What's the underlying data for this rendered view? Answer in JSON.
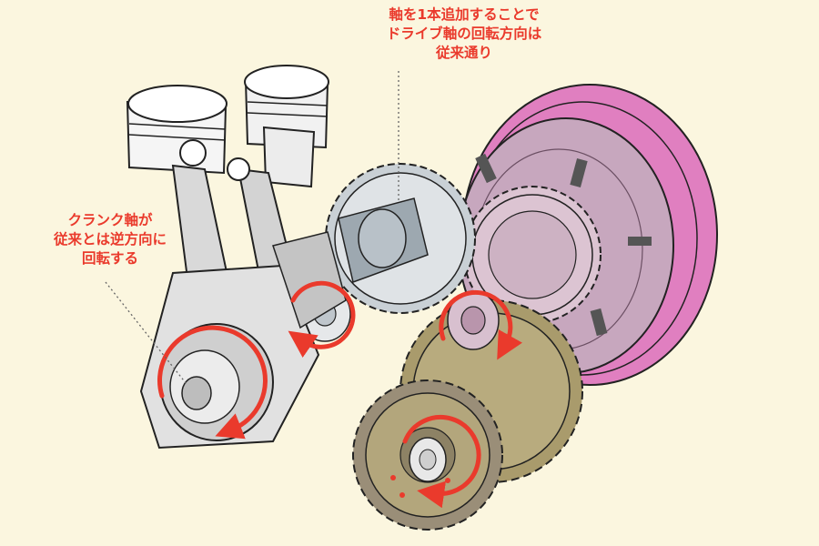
{
  "annotations": {
    "top": {
      "line1": "軸を1本追加することで",
      "line2": "ドライブ軸の回転方向は",
      "line3": "従来通り"
    },
    "left": {
      "line1": "クランク軸が",
      "line2": "従来とは逆方向に",
      "line3": "回転する"
    }
  },
  "colors": {
    "background": "#fbf6df",
    "arrow_red": "#ea3a2c",
    "clutch_pink": "#e07fc0",
    "clutch_mauve": "#c7a7be",
    "idler_gray": "#c9d0d5",
    "gear_olive": "#a99b6c",
    "gear_brown": "#9a8e78",
    "metal_light": "#e4e4e4"
  }
}
